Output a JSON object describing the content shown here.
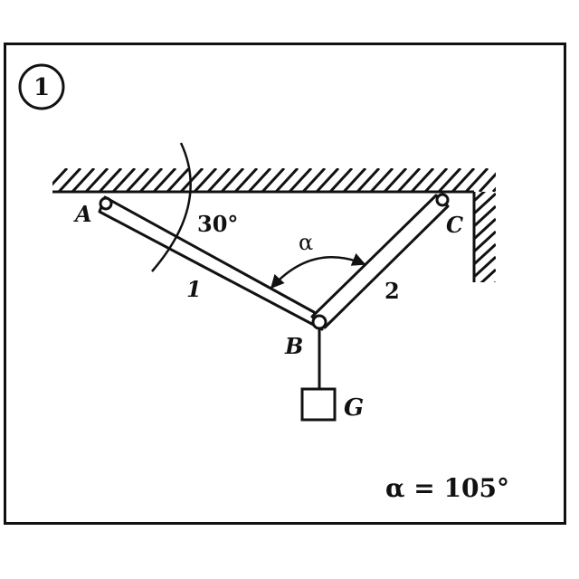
{
  "problem_number": "1",
  "labels": {
    "point_a": "A",
    "point_b": "B",
    "point_c": "C",
    "rod_1": "1",
    "rod_2": "2",
    "angle_30": "30°",
    "angle_alpha": "α",
    "weight": "G",
    "given": "α = 105°"
  },
  "colors": {
    "ink": "#111111",
    "background": "#ffffff"
  }
}
